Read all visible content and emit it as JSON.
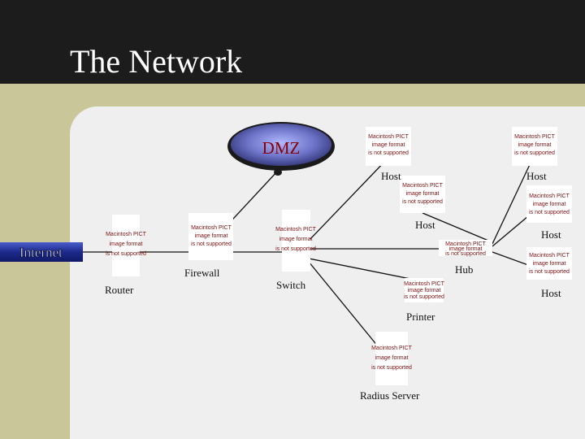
{
  "slide": {
    "title": "The Network"
  },
  "colors": {
    "header": "#1c1c1c",
    "background": "#c9c79a",
    "panel": "#efefef",
    "internet_bar": "#1d2a8c",
    "dmz_label": "#8a0000",
    "placeholder_text": "#7a1010"
  },
  "placeholder_lines": [
    "Macintosh PICT",
    "image format",
    "is not supported"
  ],
  "nodes": {
    "dmz": "DMZ",
    "internet": "Internet",
    "router": "Router",
    "firewall": "Firewall",
    "switch": "Switch",
    "hub": "Hub",
    "printer": "Printer",
    "radius_server": "Radius Server",
    "hosts": [
      "Host",
      "Host",
      "Host",
      "Host",
      "Host"
    ]
  }
}
